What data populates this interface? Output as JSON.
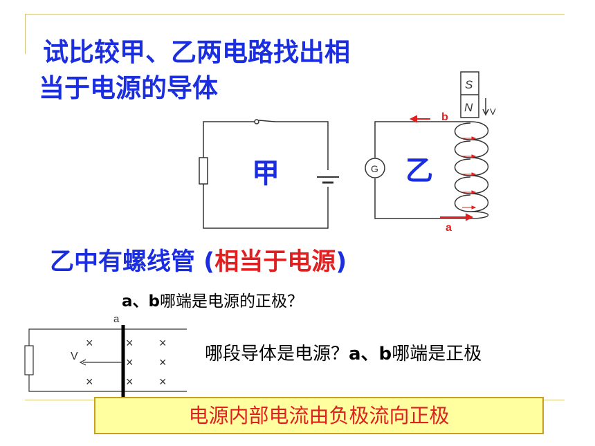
{
  "title": {
    "line1": "试比较甲、乙两电路找出相",
    "line2": "当于电源的导体"
  },
  "circuit_jia": {
    "label": "甲"
  },
  "circuit_yi": {
    "label": "乙",
    "galvanometer": "G",
    "magnet_s": "S",
    "magnet_n": "N",
    "velocity": "V",
    "end_a": "a",
    "end_b": "b"
  },
  "subheading": {
    "main": "乙中有螺线管 (",
    "highlight": "相当于电源",
    "close": ")"
  },
  "question1": {
    "bold": "a、b",
    "rest": "哪端是电源的正极？"
  },
  "rod_diagram": {
    "top_label": "a",
    "velocity": "V",
    "field_mark": "×"
  },
  "question2": {
    "part1": "哪段导体是电源？",
    "bold": "a、b",
    "part2": "哪端是正极"
  },
  "note": {
    "text": "电源内部电流由负极流向正极"
  },
  "colors": {
    "title_blue": "#1a2ee0",
    "red": "#e02020",
    "note_bg": "#ffffa0",
    "deco": "#d4c27a"
  }
}
